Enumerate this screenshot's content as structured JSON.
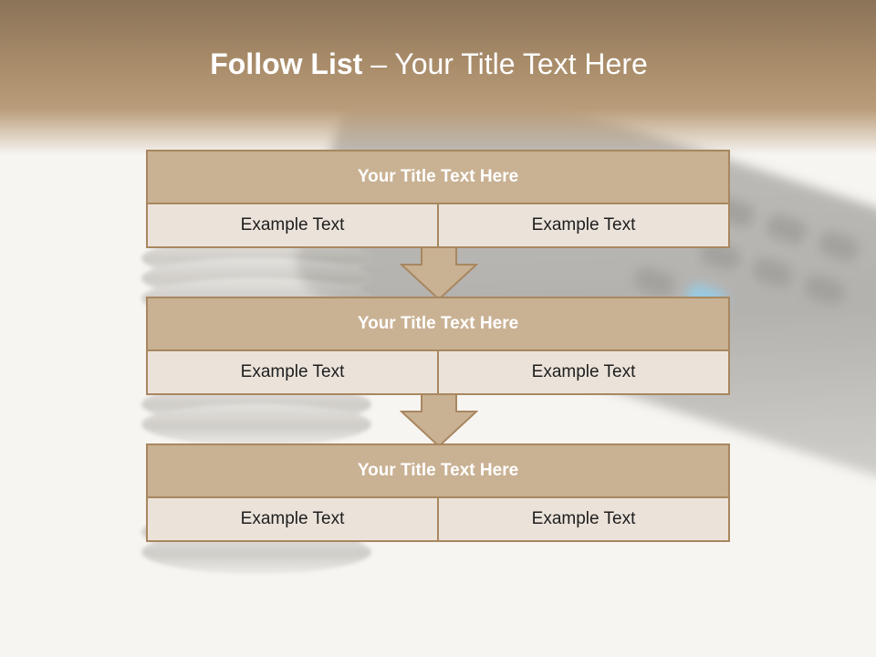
{
  "title": {
    "bold": "Follow List",
    "rest": " – Your Title Text Here"
  },
  "blocks": [
    {
      "title": "Your Title Text Here",
      "left": "Example Text",
      "right": "Example Text"
    },
    {
      "title": "Your Title Text Here",
      "left": "Example Text",
      "right": "Example Text"
    },
    {
      "title": "Your Title Text Here",
      "left": "Example Text",
      "right": "Example Text"
    }
  ],
  "colors": {
    "header_band": "#a88b69",
    "block_title": "#c9b193",
    "block_row": "#ebe3da",
    "border": "#a88760"
  }
}
